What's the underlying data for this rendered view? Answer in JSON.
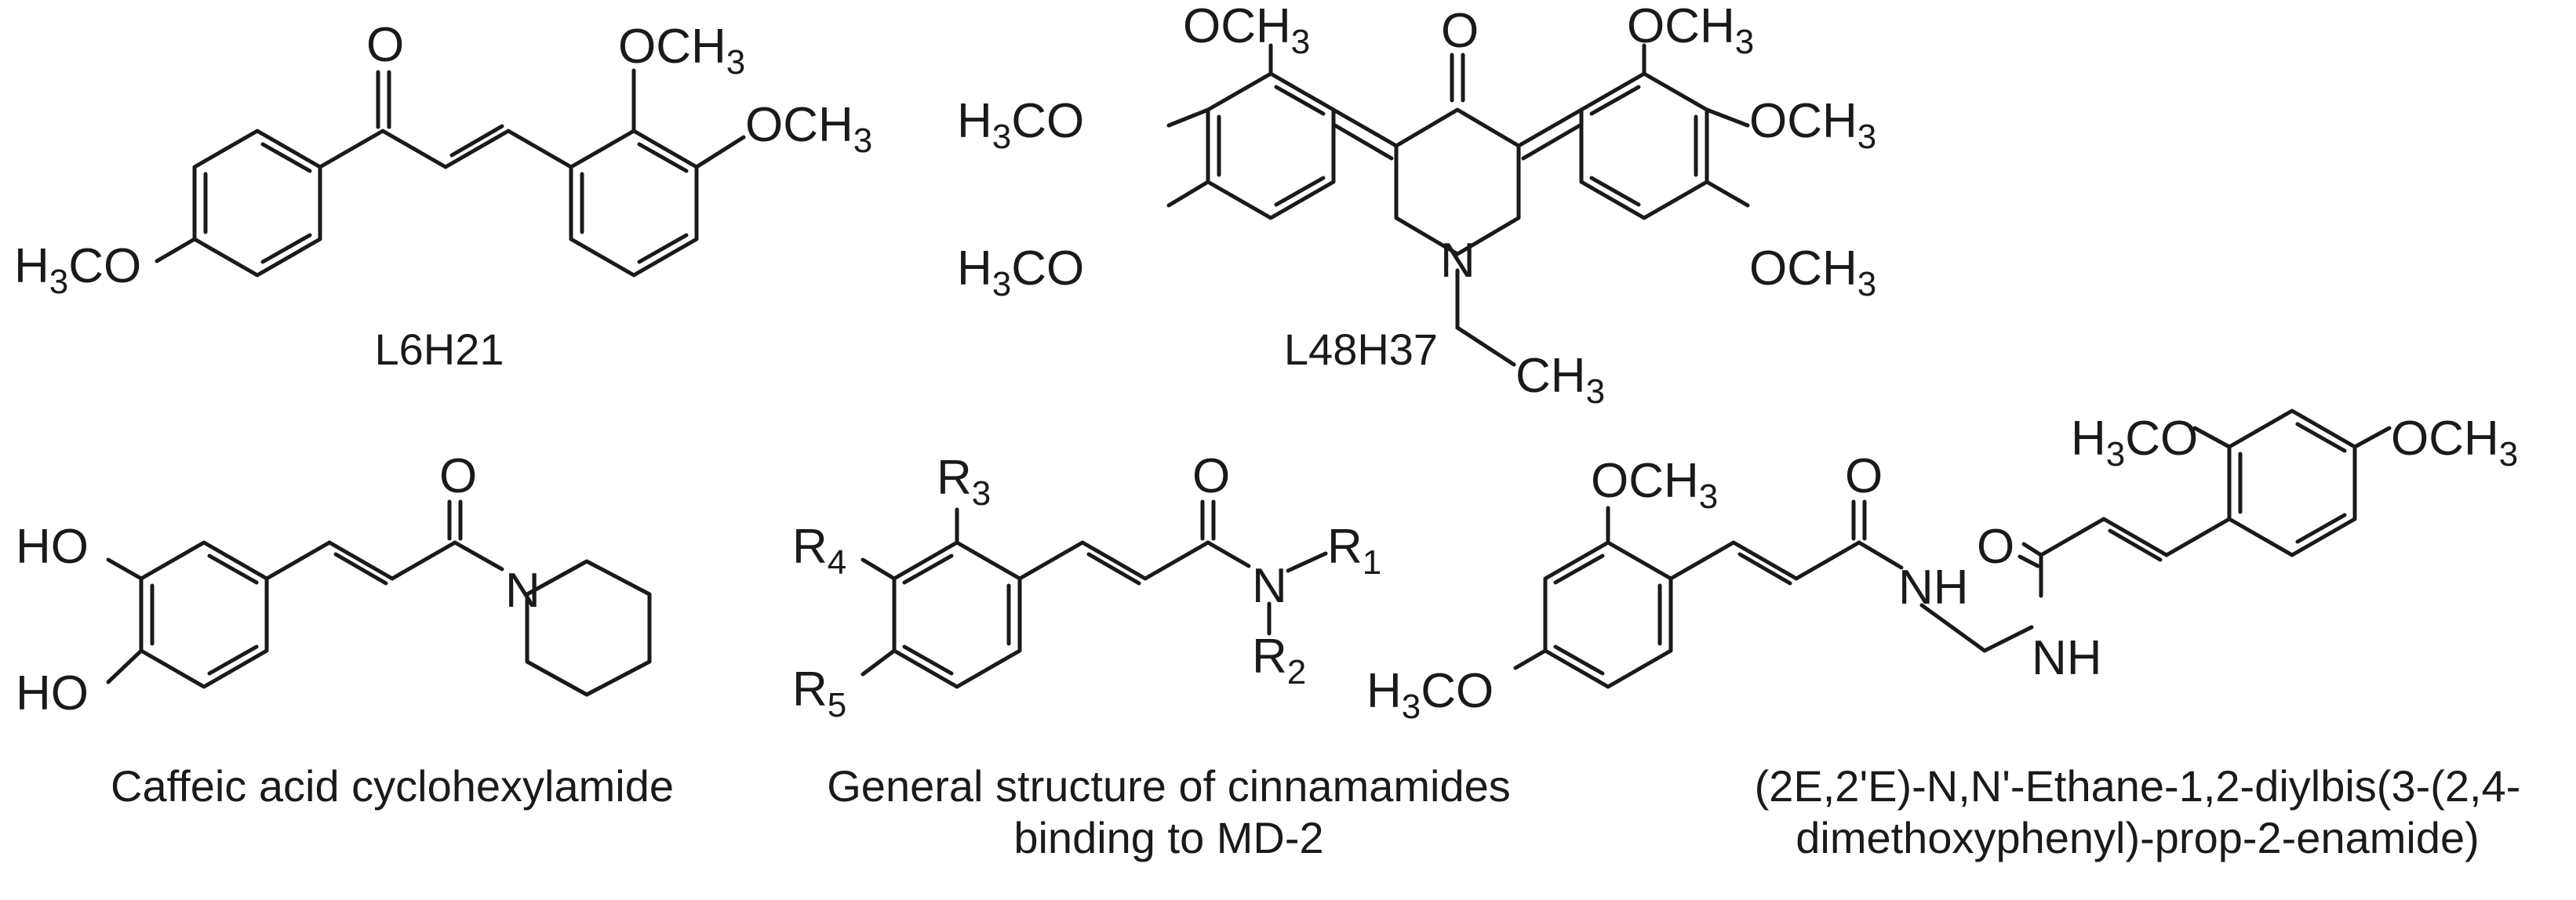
{
  "compounds": [
    {
      "caption": "L6H21",
      "labels": {
        "o1": "O",
        "och3_a": "OCH",
        "och3_b": "OCH",
        "sub3": "3",
        "h3co": "H",
        "h3co_3": "3",
        "h3co_co": "CO"
      }
    },
    {
      "caption": "L48H37",
      "labels": {
        "o": "O",
        "n": "N",
        "och3": "OCH",
        "sub3": "3",
        "h": "H",
        "co": "CO",
        "ch": "CH"
      }
    },
    {
      "caption": "Caffeic acid cyclohexylamide",
      "labels": {
        "ho": "HO",
        "o": "O",
        "n": "N"
      }
    },
    {
      "caption_lines": [
        "General structure of cinnamamides",
        "binding to MD-2"
      ],
      "labels": {
        "r": "R",
        "s1": "1",
        "s2": "2",
        "s3": "3",
        "s4": "4",
        "s5": "5",
        "o": "O",
        "n": "N"
      }
    },
    {
      "caption_lines": [
        "(2E,2'E)-N,N'-Ethane-1,2-diylbis(3-(2,4-",
        "dimethoxyphenyl)-prop-2-enamide)"
      ],
      "labels": {
        "och3": "OCH",
        "h3co": "H",
        "co": "CO",
        "sub3": "3",
        "o": "O",
        "nh": "NH"
      }
    }
  ]
}
